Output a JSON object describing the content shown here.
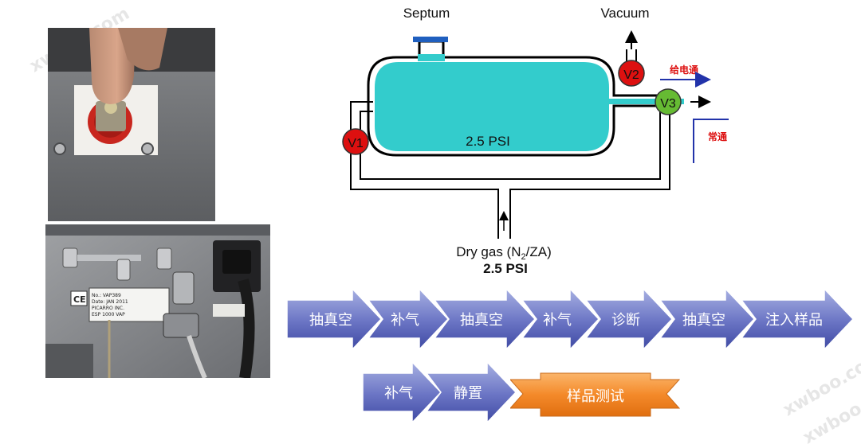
{
  "diagram": {
    "septum": "Septum",
    "vacuum": "Vacuum",
    "valves": [
      "V1",
      "V2",
      "V3"
    ],
    "pressure_label": "2.5 PSI",
    "drygas_label_prefix": "Dry gas (N",
    "drygas_sub": "2",
    "drygas_label_suffix": "/ZA)",
    "drygas_pressure": "2.5 PSI",
    "route_analyzer": "给电通",
    "route_vent": "常通"
  },
  "flow_row1": [
    "抽真空",
    "补气",
    "抽真空",
    "补气",
    "诊断",
    "抽真空",
    "注入样品"
  ],
  "flow_row2": [
    "补气",
    "静置"
  ],
  "final_step": "样品测试",
  "photo_top_labels": [],
  "photo_bottom_labels": [
    "No.: VAP389",
    "Date: JAN 2011",
    "PICARRO INC.",
    "ESP 1000 VAP"
  ],
  "watermark": "xwboo.com",
  "colors": {
    "chamber_fill": "#33cccc",
    "valve_red": "#dd1010",
    "valve_green": "#66bb33",
    "arrow_blue_light": "#a7b0e2",
    "arrow_blue_dark": "#3f4aa3",
    "final_orange": "#f48a2a",
    "route_red": "#dd1010",
    "route_arrow_blue": "#2233aa",
    "septum_blue": "#1f5fbf"
  }
}
